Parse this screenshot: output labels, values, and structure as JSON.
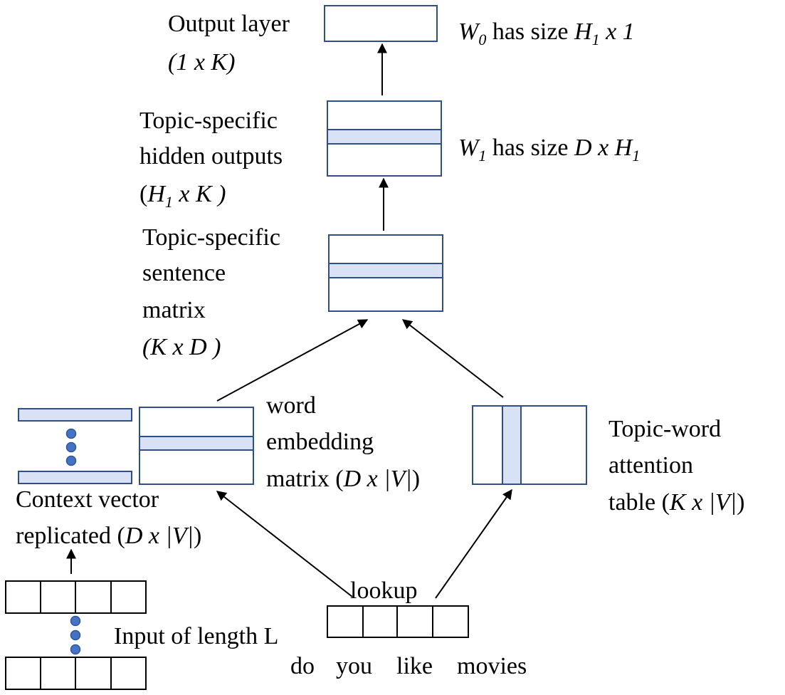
{
  "output": {
    "title": "Output layer",
    "dims": "(1 x K)",
    "w0_pre": "W",
    "w0_sub": "0",
    "w0_mid": " has size ",
    "w0_h": "H",
    "w0_hsub": "1",
    "w0_post": " x 1"
  },
  "hidden": {
    "line1": "Topic-specific",
    "line2": "hidden outputs",
    "dims_pre": "(",
    "dims_h": "H",
    "dims_hsub": "1",
    "dims_post": " x K )",
    "w1_pre": "W",
    "w1_sub": "1",
    "w1_mid": " has size ",
    "w1_d": "D x H",
    "w1_hsub": "1"
  },
  "sentence": {
    "line1": "Topic-specific",
    "line2": "sentence",
    "line3": "matrix",
    "dims": "(K x D )"
  },
  "embedding": {
    "line1": "word",
    "line2": "embedding",
    "line3_pre": "matrix (",
    "line3_dims": "D x |V|",
    "line3_post": ")"
  },
  "context": {
    "line1": "Context vector",
    "line2_pre": "replicated  (",
    "line2_dims": "D x |V|",
    "line2_post": ")"
  },
  "attention": {
    "line1": "Topic-word",
    "line2": "attention",
    "line3_pre": "table (",
    "line3_dims": "K x |V|",
    "line3_post": ")"
  },
  "input_label": "Input of length L",
  "lookup_label": "lookup",
  "words": [
    "do",
    "you",
    "like",
    "movies"
  ],
  "colors": {
    "box_stroke": "#2f4e8c",
    "band_fill": "#d9e1f4",
    "dot_fill": "#4472c4"
  }
}
